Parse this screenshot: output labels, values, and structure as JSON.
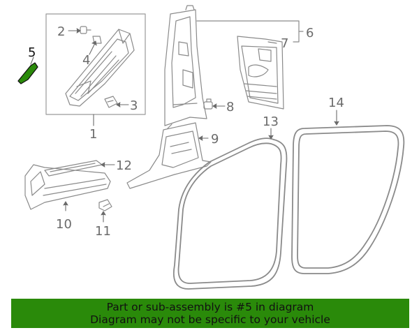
{
  "callouts": [
    "1",
    "2",
    "3",
    "4",
    "5",
    "6",
    "7",
    "8",
    "9",
    "10",
    "11",
    "12",
    "13",
    "14"
  ],
  "highlight": {
    "part": "5",
    "color": "#2a8a0a"
  },
  "banner": {
    "line1": "Part or sub-assembly is #5 in diagram",
    "line2": "Diagram may not be specific to your vehicle",
    "background": "#2a8a0a"
  }
}
